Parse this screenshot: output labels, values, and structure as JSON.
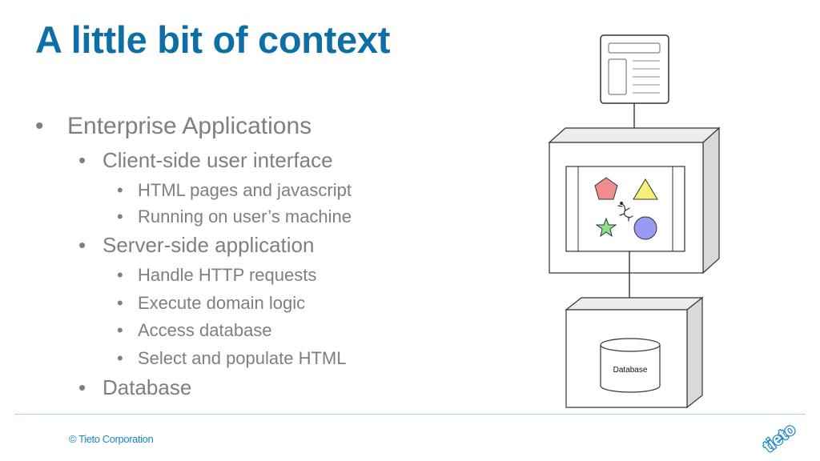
{
  "slide": {
    "title": "A little bit of context",
    "bullets": [
      {
        "text": "Enterprise Applications"
      },
      {
        "text": "Client-side user interface"
      },
      {
        "text": "HTML pages and javascript"
      },
      {
        "text": "Running on user’s machine"
      },
      {
        "text": "Server-side application"
      },
      {
        "text": "Handle HTTP requests"
      },
      {
        "text": "Execute domain logic"
      },
      {
        "text": "Access database"
      },
      {
        "text": "Select and populate HTML"
      },
      {
        "text": "Database"
      }
    ],
    "bullet_char": "•"
  },
  "diagram": {
    "database_label": "Database",
    "colors": {
      "pentagon": "#f08c8c",
      "triangle": "#f4f07a",
      "star": "#8ee08e",
      "circle": "#9a9af4",
      "box_side": "#d9d9d9",
      "stroke": "#333333"
    },
    "icons": [
      "document-icon",
      "pentagon-icon",
      "triangle-icon",
      "star-icon",
      "circle-icon",
      "lizard-icon",
      "database-icon"
    ]
  },
  "footer": {
    "copyright": "© Tieto Corporation",
    "logo_text": "tieto",
    "accent": "#1a86c8"
  }
}
